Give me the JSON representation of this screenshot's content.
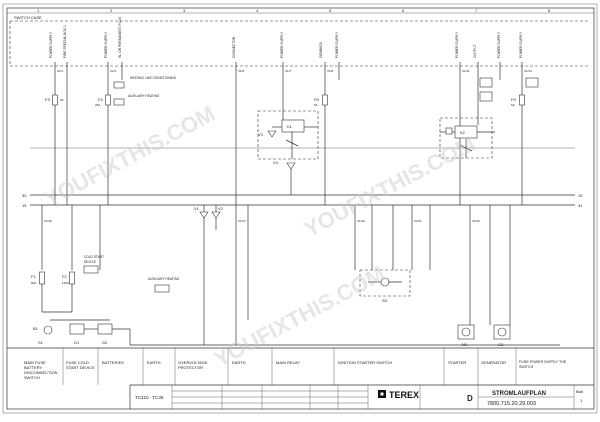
{
  "frame": {
    "switch_case_label": "SWITCH CASE",
    "column_numbers": [
      "1",
      "2",
      "3",
      "4",
      "5",
      "6",
      "7",
      "8"
    ]
  },
  "bus": {
    "left_30": "30",
    "left_15": "15",
    "right_15": "15",
    "right_31": "31"
  },
  "top_labels": [
    {
      "text": "POWER SUPPLY"
    },
    {
      "text": "FIRE SPECIAL BOX 1"
    },
    {
      "text": "POWER SUPPLY"
    },
    {
      "text": "IN. OR PERMANENT PLUS"
    },
    {
      "text": "CONNECTOR"
    },
    {
      "text": "POWER SUPPLY"
    },
    {
      "text": "GEARBOX"
    },
    {
      "text": "POWER SUPPLY"
    },
    {
      "text": "POWER SUPPLY"
    },
    {
      "text": "OUTPUT"
    },
    {
      "text": "POWER SUPPLY"
    },
    {
      "text": "POWER SUPPLY"
    }
  ],
  "terminals": [
    "X1/1",
    "X1/3",
    "X1/5",
    "X1/7",
    "X1/9",
    "X1/11",
    "X1/13",
    "X1/15",
    "X1/17",
    "X1/19",
    "X1/21",
    "X1/23"
  ],
  "fuses": [
    {
      "name": "F3",
      "rating": "5A"
    },
    {
      "name": "F4",
      "rating": "25A"
    },
    {
      "name": "F8",
      "rating": "5A"
    },
    {
      "name": "F9",
      "rating": "5A"
    },
    {
      "name": "F1",
      "rating": "80A"
    },
    {
      "name": "F2",
      "rating": "125A"
    }
  ],
  "annotations": {
    "heating_ac": "HEATING / AIR CONDITIONING",
    "aux_heating": "AUXILIARY HEATING",
    "cold_start": "COLD START",
    "device": "DEVICE",
    "aux_heating2": "AUXILIARY HEATING"
  },
  "relays": [
    {
      "name": "K1"
    },
    {
      "name": "K2"
    }
  ],
  "components": {
    "v3": "V3",
    "v4": "V4",
    "v1": "V1",
    "v2": "V2",
    "s1": "S1",
    "g1": "G1",
    "g2": "G2",
    "s3": "S3",
    "m1": "M1",
    "g3": "G3",
    "b1": "B1"
  },
  "sections": [
    {
      "label": "MAIN FUSE BATTERY DISCONNECTION SWITCH"
    },
    {
      "label": "FUSE COLD START DEVICE"
    },
    {
      "label": "BATTERIES"
    },
    {
      "label": "EARTH"
    },
    {
      "label": "OVERVOLTAGE PROTECTOR"
    },
    {
      "label": "EARTH"
    },
    {
      "label": "MAIN RELAY"
    },
    {
      "label": "IGNITION STARTER SWITCH"
    },
    {
      "label": "STARTER"
    },
    {
      "label": "GENERATOR"
    },
    {
      "label": "FUSE POWER SUPPLY THE SWITCH"
    }
  ],
  "title_block": {
    "model": "TC210 - TC35",
    "brand": "TEREX",
    "rev": "D",
    "doc_title": "STROMLAUFPLAN",
    "doc_number": "7800.715.20.29.003",
    "sheet_label": "Blatt",
    "sheet_value": "1"
  },
  "watermark": "YOUFIXTHIS.COM",
  "colors": {
    "line": "#333333",
    "watermark": "#c8c8c8",
    "brand": "#111111"
  }
}
